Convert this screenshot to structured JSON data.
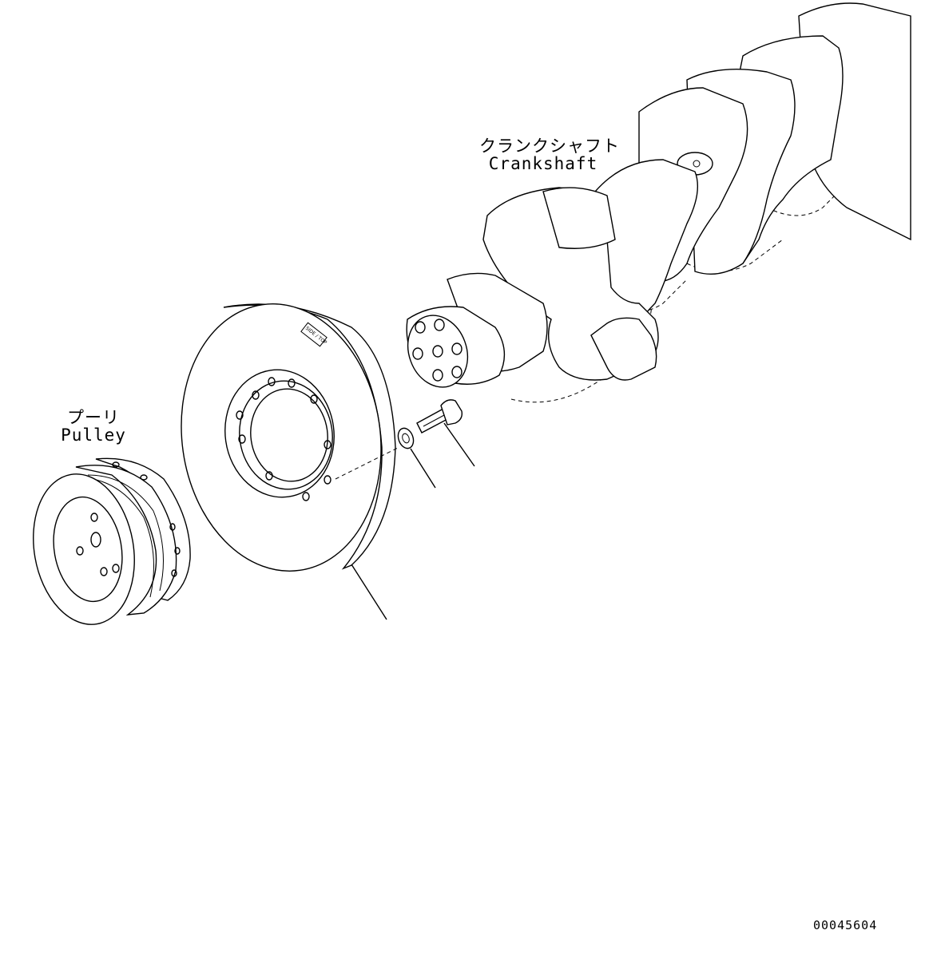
{
  "labels": {
    "crankshaft_jp": "クランクシャフト",
    "crankshaft_en": "Crankshaft",
    "pulley_jp": "プーリ",
    "pulley_en": "Pulley",
    "damper_marking": "SIDE / TOP"
  },
  "drawing_number": "00045604"
}
